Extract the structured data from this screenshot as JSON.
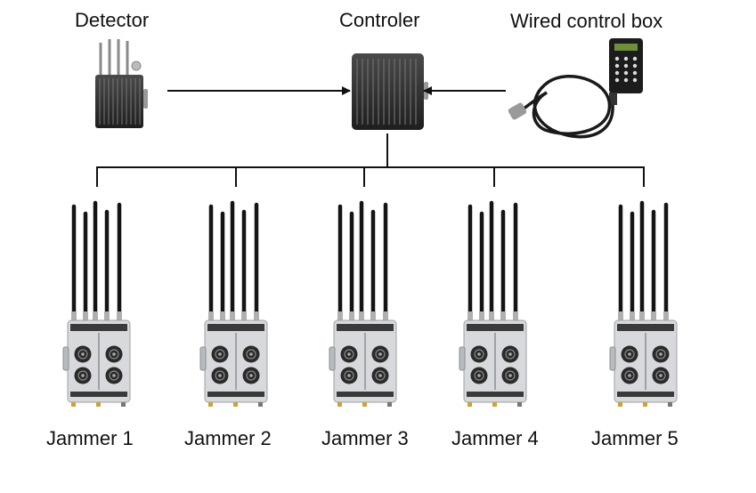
{
  "labels": {
    "detector": "Detector",
    "controller": "Controler",
    "wired_box": "Wired control box"
  },
  "jammers": [
    {
      "label": "Jammer 1"
    },
    {
      "label": "Jammer 2"
    },
    {
      "label": "Jammer 3"
    },
    {
      "label": "Jammer 4"
    },
    {
      "label": "Jammer 5"
    }
  ],
  "colors": {
    "line": "#111111",
    "device_dark": "#2b2b2b",
    "device_mid": "#555555",
    "jammer_body": "#d7d9dc",
    "antenna": "#141414",
    "cable": "#1a1a1a"
  }
}
